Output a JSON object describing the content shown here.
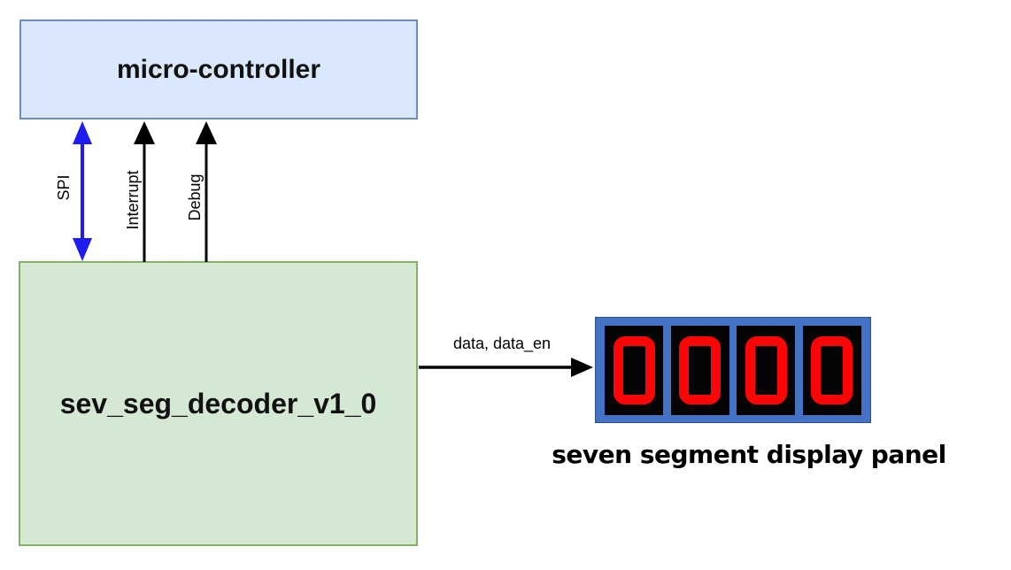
{
  "diagram": {
    "background": "#ffffff",
    "boxes": {
      "microcontroller": {
        "label": "micro-controller",
        "fill": "#dae8fc",
        "border": "#6c8ebf"
      },
      "decoder": {
        "label": "sev_seg_decoder_v1_0",
        "fill": "#d5e8d4",
        "border": "#82b366"
      }
    },
    "connections": {
      "spi": {
        "label": "SPI",
        "color": "#1c1cee",
        "direction": "bidirectional-vertical"
      },
      "interrupt": {
        "label": "Interrupt",
        "color": "#000000",
        "direction": "up"
      },
      "debug": {
        "label": "Debug",
        "color": "#000000",
        "direction": "up"
      },
      "data": {
        "label": "data, data_en",
        "color": "#000000",
        "direction": "right"
      }
    },
    "display": {
      "caption": "seven segment display panel",
      "digits": [
        "0",
        "0",
        "0",
        "0"
      ],
      "frame_color": "#4472c4",
      "frame_border": "#2d508f",
      "tile_color": "#050505",
      "segment_color": "#fa0606"
    }
  }
}
